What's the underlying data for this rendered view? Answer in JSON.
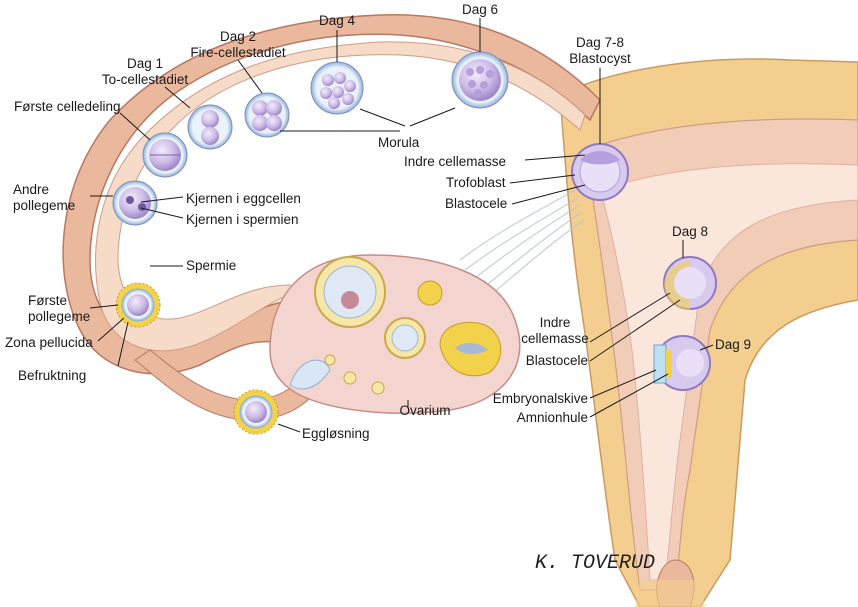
{
  "labels": {
    "dag1": "Dag 1",
    "to_celle": "To-cellestadiet",
    "dag2": "Dag 2",
    "fire_celle": "Fire-cellestadiet",
    "dag4": "Dag 4",
    "dag6": "Dag 6",
    "dag78": "Dag 7-8",
    "blastocyst": "Blastocyst",
    "forste_celledeling": "Første celledeling",
    "morula": "Morula",
    "indre_cellemasse_1": "Indre cellemasse",
    "trofoblast": "Trofoblast",
    "blastocele_1": "Blastocele",
    "andre": "Andre",
    "pollegeme_1": "pollegeme",
    "kjernen_egg": "Kjernen i eggcellen",
    "kjernen_sperm": "Kjernen i spermien",
    "spermie": "Spermie",
    "forste": "Første",
    "pollegeme_2": "pollegeme",
    "zona": "Zona pellucida",
    "befruktning": "Befruktning",
    "dag8": "Dag 8",
    "indre_2": "Indre",
    "cellemasse_2": "cellemasse",
    "blastocele_2": "Blastocele",
    "dag9": "Dag 9",
    "embryonalskive": "Embryonalskive",
    "amnionhule": "Amnionhule",
    "ovarium": "Ovarium",
    "egglosning": "Eggløsning"
  },
  "signature": "K. TOVERUD",
  "colors": {
    "tube_wall": "#e9b89d",
    "tube_lumen": "#f6dcc8",
    "uterus_wall": "#f3ce8e",
    "endometrium": "#f1cdb8",
    "cell_lilac": "#c9b5e6",
    "ovary": "#f3d4cf",
    "follicle_yellow": "#f2d24a"
  }
}
